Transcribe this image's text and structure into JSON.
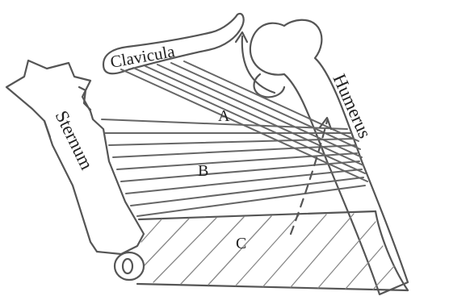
{
  "labels": {
    "clavicula": "Clavicula",
    "sternum": "Sternum",
    "humerus": "Humerus",
    "region_a": "A",
    "region_b": "B",
    "region_c": "C"
  }
}
